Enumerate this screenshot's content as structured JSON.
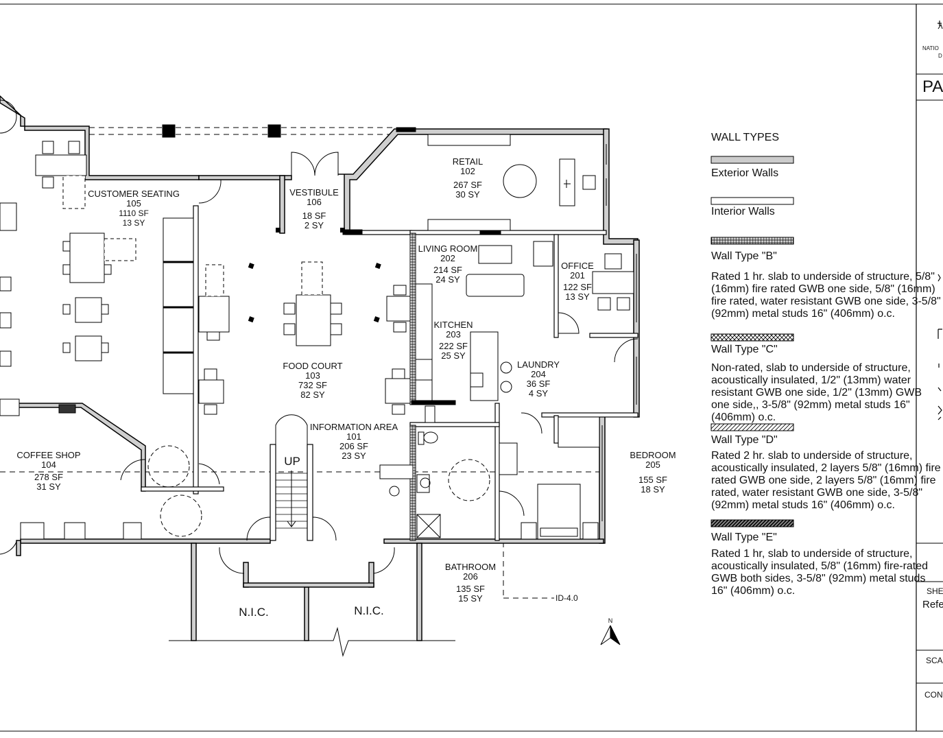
{
  "rooms": [
    {
      "name": "CUSTOMER SEATING",
      "number": "105",
      "sf": "1110 SF",
      "sy": "13  SY"
    },
    {
      "name": "VESTIBULE",
      "number": "106",
      "sf": "18 SF",
      "sy": "2  SY"
    },
    {
      "name": "RETAIL",
      "number": "102",
      "sf": "267 SF",
      "sy": "30  SY"
    },
    {
      "name": "LIVING ROOM",
      "number": "202",
      "sf": "214 SF",
      "sy": "24  SY"
    },
    {
      "name": "OFFICE",
      "number": "201",
      "sf": "122 SF",
      "sy": "13  SY"
    },
    {
      "name": "FOOD COURT",
      "number": "103",
      "sf": "732 SF",
      "sy": "82  SY"
    },
    {
      "name": "KITCHEN",
      "number": "203",
      "sf": "222 SF",
      "sy": "25  SY"
    },
    {
      "name": "LAUNDRY",
      "number": "204",
      "sf": "36 SF",
      "sy": "4  SY"
    },
    {
      "name": "INFORMATION AREA",
      "number": "101",
      "sf": "206  SF",
      "sy": "23  SY"
    },
    {
      "name": "COFFEE SHOP",
      "number": "104",
      "sf": "278 SF",
      "sy": "31  SY"
    },
    {
      "name": "BEDROOM",
      "number": "205",
      "sf": "155 SF",
      "sy": "18  SY"
    },
    {
      "name": "BATHROOM",
      "number": "206",
      "sf": "135 SF",
      "sy": "15  SY"
    }
  ],
  "plan_marks": {
    "stair_label": "UP",
    "nic_left": "N.I.C.",
    "nic_right": "N.I.C.",
    "section_ref": "ID-4.0",
    "north_label": "N"
  },
  "legend": {
    "title": "WALL TYPES",
    "types": [
      {
        "name": "Exterior Walls",
        "desc": ""
      },
      {
        "name": "Interior Walls",
        "desc": ""
      },
      {
        "name": "Wall Type \"B\"",
        "desc": "Rated 1 hr. slab to underside of structure, 5/8\" (16mm) fire rated GWB one side, 5/8\" (16mm) fire rated, water resistant GWB one side, 3-5/8\" (92mm) metal studs 16\" (406mm) o.c."
      },
      {
        "name": "Wall Type \"C\"",
        "desc": "Non-rated, slab to underside of structure, acoustically insulated, 1/2\" (13mm) water resistant GWB one side, 1/2\" (13mm) GWB one side,, 3-5/8\" (92mm) metal studs 16\" (406mm) o.c."
      },
      {
        "name": "Wall Type \"D\"",
        "desc": "Rated 2 hr. slab to underside of structure, acoustically insulated, 2 layers 5/8\" (16mm) fire rated GWB one side, 2 layers 5/8\" (16mm) fire rated, water resistant GWB one side, 3-5/8\" (92mm) metal studs 16\" (406mm) o.c."
      },
      {
        "name": "Wall Type \"E\"",
        "desc": "Rated 1 hr, slab to underside of structure, acoustically insulated, 5/8\" (16mm) fire-rated GWB both sides, 3-5/8\" (92mm) metal studs 16\" (406mm) o.c."
      }
    ]
  },
  "title_block": {
    "logo_line1": "NATIO",
    "logo_line2": "D",
    "sheet_title": "PA",
    "sheet_label": "SHE",
    "sheet_value": "Refe",
    "scale_label": "SCA",
    "contract_label": "CON"
  }
}
